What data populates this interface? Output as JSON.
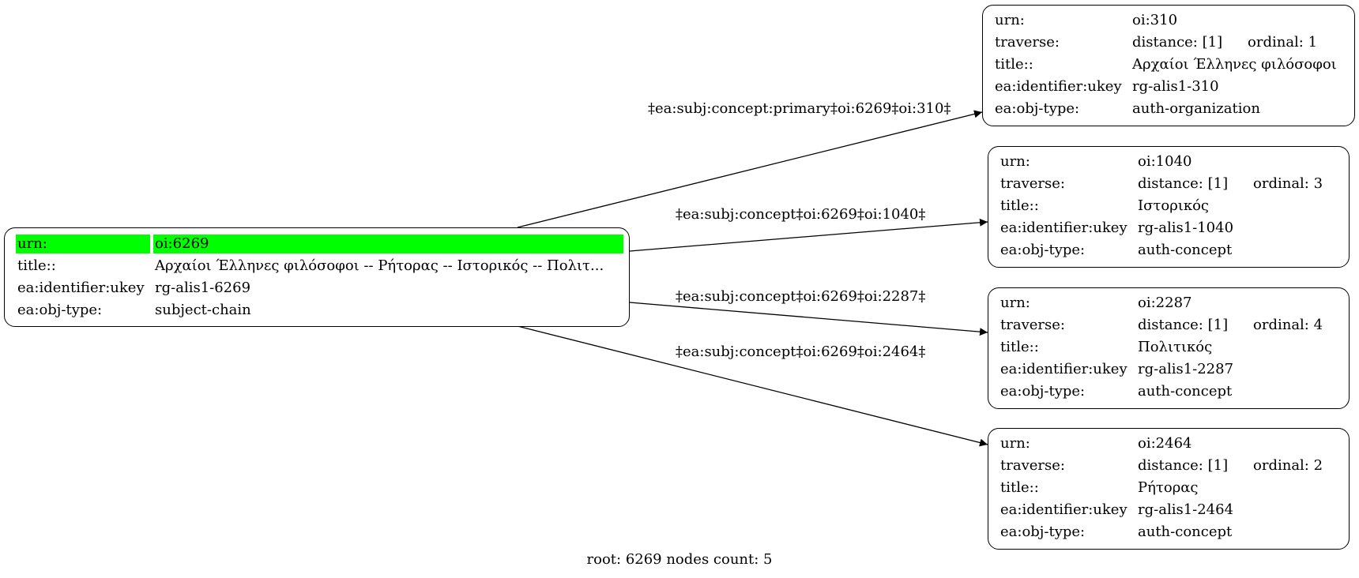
{
  "root": {
    "urn_key": "urn:",
    "urn": "oi:6269",
    "title_key": "title::",
    "title": "Αρχαίοι Έλληνες φιλόσοφοι -- Ρήτορας -- Ιστορικός -- Πολιτ...",
    "ukey_key": "ea:identifier:ukey",
    "ukey": "rg-alis1-6269",
    "type_key": "ea:obj-type:",
    "type": "subject-chain",
    "highlight_color": "#00ff00"
  },
  "children": [
    {
      "urn_key": "urn:",
      "urn": "oi:310",
      "traverse_key": "traverse:",
      "distance": "distance: [1]",
      "ordinal": "ordinal: 1",
      "title_key": "title::",
      "title": "Αρχαίοι Έλληνες φιλόσοφοι",
      "ukey_key": "ea:identifier:ukey",
      "ukey": "rg-alis1-310",
      "type_key": "ea:obj-type:",
      "type": "auth-organization"
    },
    {
      "urn_key": "urn:",
      "urn": "oi:1040",
      "traverse_key": "traverse:",
      "distance": "distance: [1]",
      "ordinal": "ordinal: 3",
      "title_key": "title::",
      "title": "Ιστορικός",
      "ukey_key": "ea:identifier:ukey",
      "ukey": "rg-alis1-1040",
      "type_key": "ea:obj-type:",
      "type": "auth-concept"
    },
    {
      "urn_key": "urn:",
      "urn": "oi:2287",
      "traverse_key": "traverse:",
      "distance": "distance: [1]",
      "ordinal": "ordinal: 4",
      "title_key": "title::",
      "title": "Πολιτικός",
      "ukey_key": "ea:identifier:ukey",
      "ukey": "rg-alis1-2287",
      "type_key": "ea:obj-type:",
      "type": "auth-concept"
    },
    {
      "urn_key": "urn:",
      "urn": "oi:2464",
      "traverse_key": "traverse:",
      "distance": "distance: [1]",
      "ordinal": "ordinal: 2",
      "title_key": "title::",
      "title": "Ρήτορας",
      "ukey_key": "ea:identifier:ukey",
      "ukey": "rg-alis1-2464",
      "type_key": "ea:obj-type:",
      "type": "auth-concept"
    }
  ],
  "edges": [
    {
      "label": "‡ea:subj:concept:primary‡oi:6269‡oi:310‡"
    },
    {
      "label": "‡ea:subj:concept‡oi:6269‡oi:1040‡"
    },
    {
      "label": "‡ea:subj:concept‡oi:6269‡oi:2287‡"
    },
    {
      "label": "‡ea:subj:concept‡oi:6269‡oi:2464‡"
    }
  ],
  "footer": "root: 6269 nodes count: 5"
}
